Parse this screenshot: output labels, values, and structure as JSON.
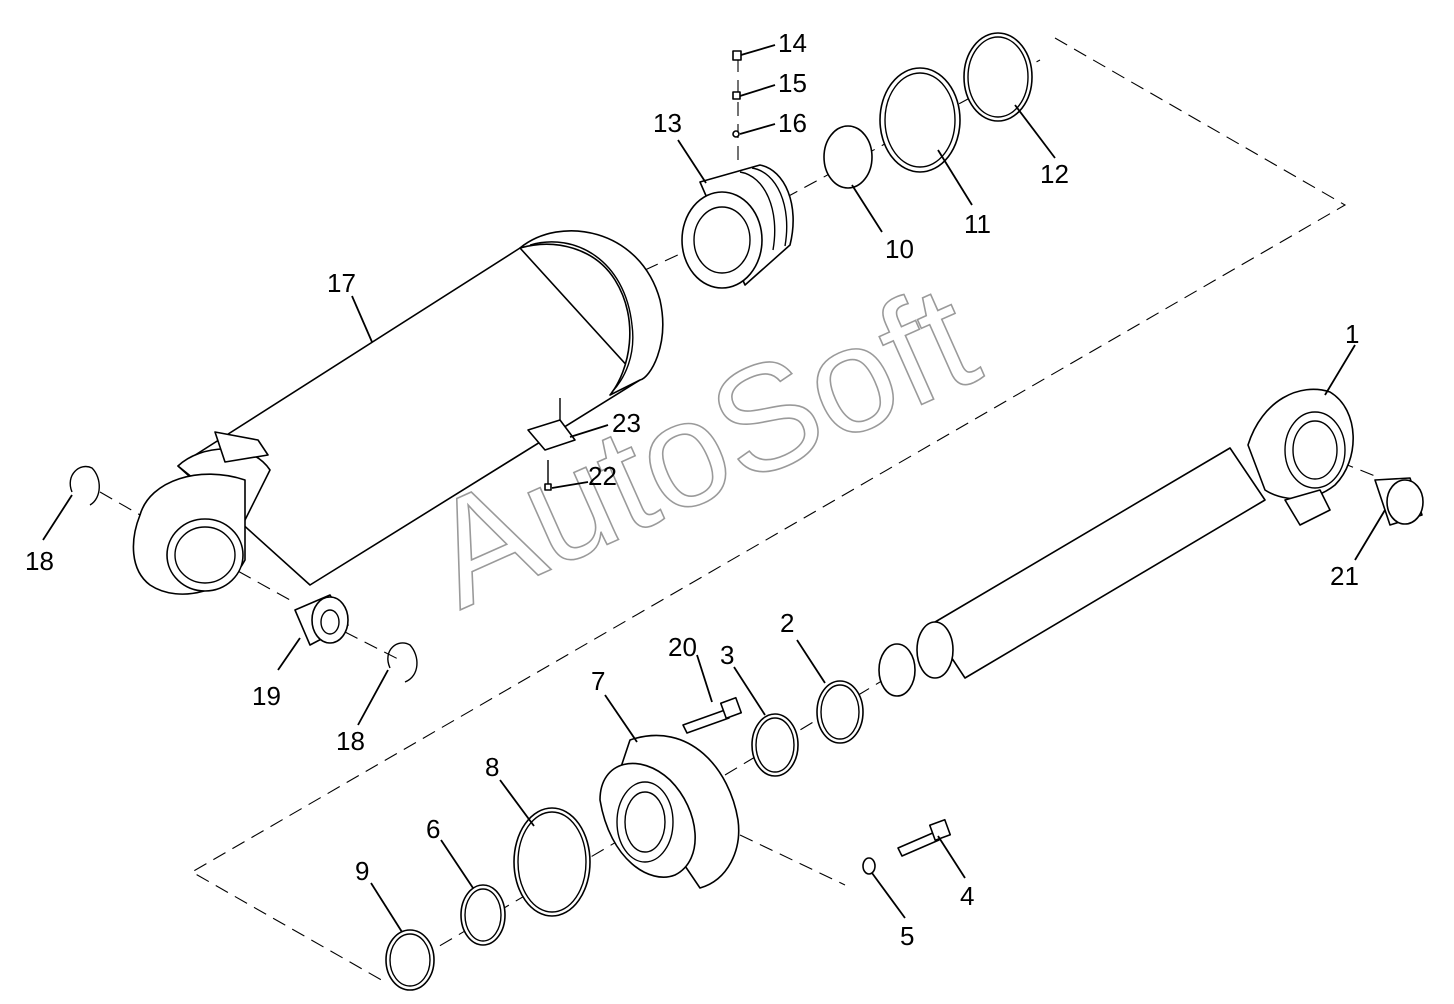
{
  "watermark": "AutoSoft",
  "callouts": {
    "c1": "1",
    "c2": "2",
    "c3": "3",
    "c4": "4",
    "c5": "5",
    "c6": "6",
    "c7": "7",
    "c8": "8",
    "c9": "9",
    "c10": "10",
    "c11": "11",
    "c12": "12",
    "c13": "13",
    "c14": "14",
    "c15": "15",
    "c16": "16",
    "c17": "17",
    "c18a": "18",
    "c18b": "18",
    "c19": "19",
    "c20": "20",
    "c21": "21",
    "c22": "22",
    "c23": "23"
  }
}
